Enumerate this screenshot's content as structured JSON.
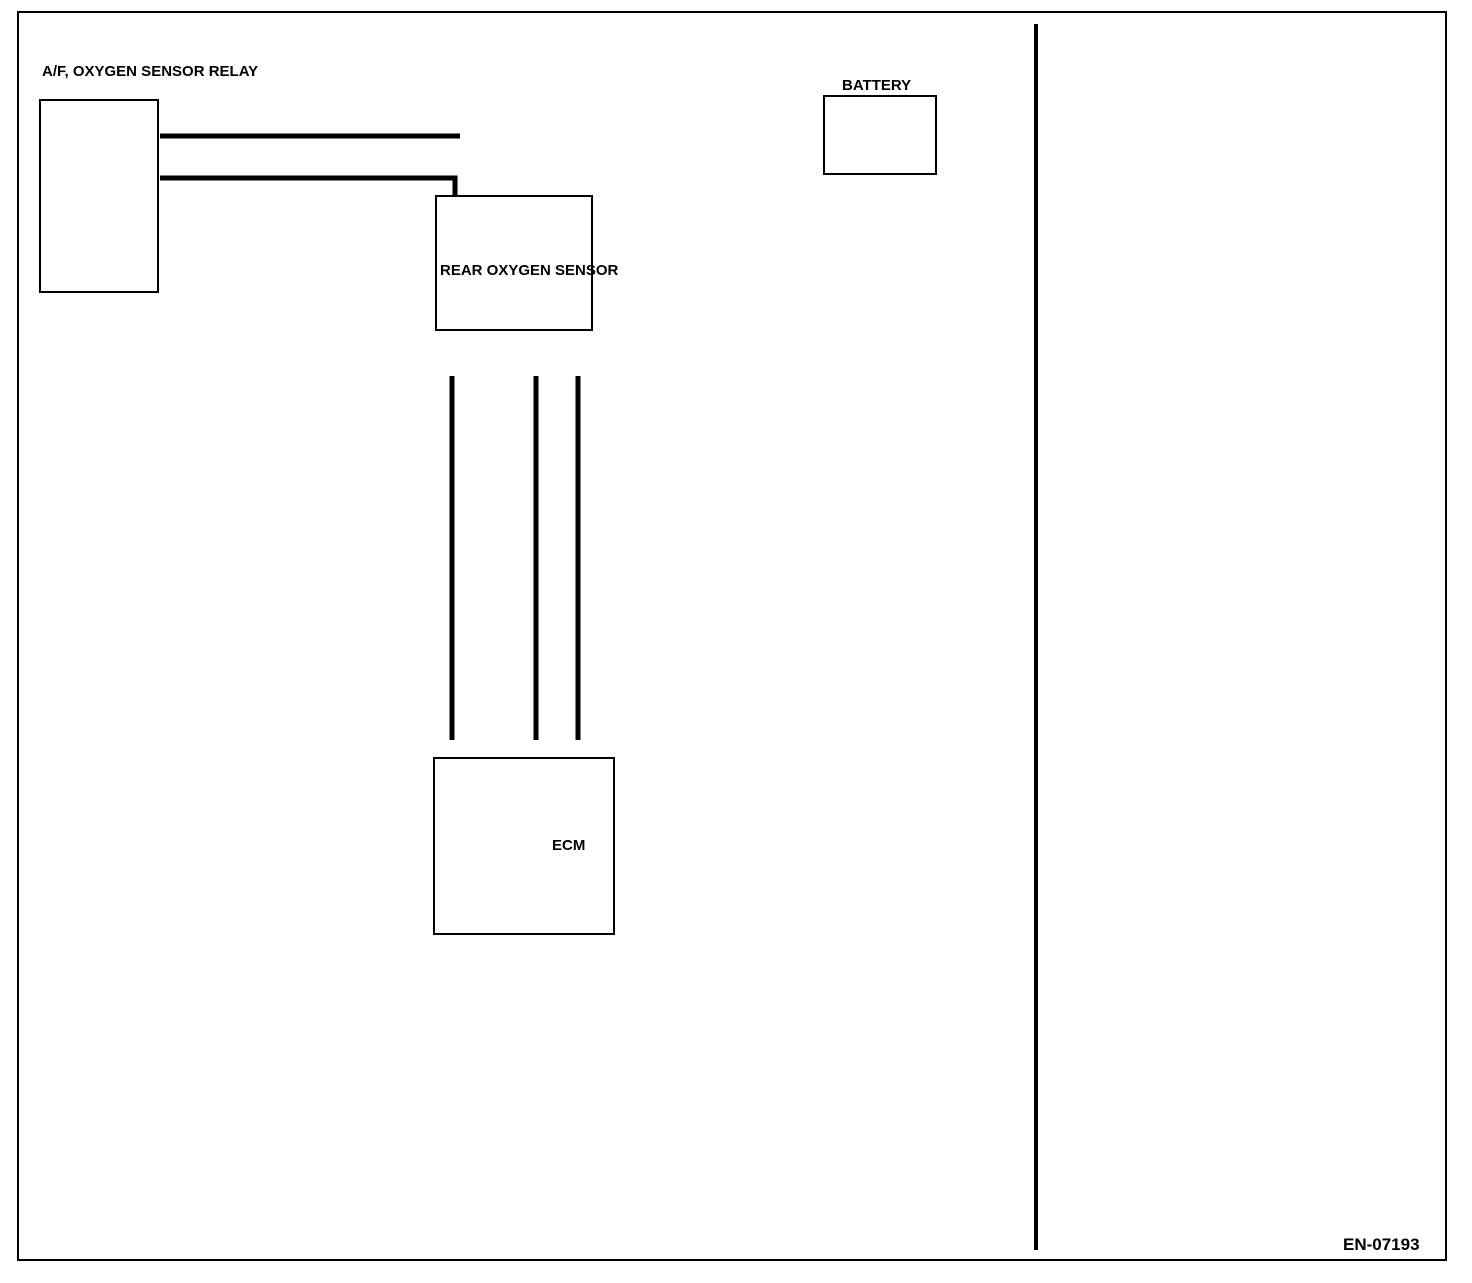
{
  "relay": "A/F, OXYGEN SENSOR RELAY",
  "battery": "BATTERY",
  "sensor": "REAR OXYGEN SENSOR",
  "ecm": "ECM",
  "code": "EN-07193"
}
